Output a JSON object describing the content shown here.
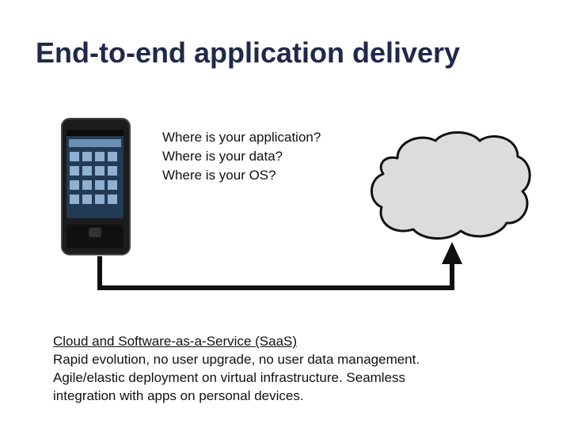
{
  "slide": {
    "title": "End-to-end application delivery"
  },
  "questions": [
    "Where is your application?",
    "Where is your data?",
    "Where is your OS?"
  ],
  "description": {
    "heading": "Cloud and Software-as-a-Service (SaaS)",
    "lines": [
      "Rapid evolution, no user upgrade, no user data management.",
      "Agile/elastic deployment on virtual infrastructure.  Seamless",
      "integration with apps on personal devices."
    ]
  },
  "icons": {
    "device": "smartphone-icon",
    "cloud": "cloud-icon",
    "connector": "arrow-up-icon"
  },
  "colors": {
    "title": "#1f2a4a",
    "cloud_fill": "#dcdcdc",
    "line": "#111111"
  }
}
